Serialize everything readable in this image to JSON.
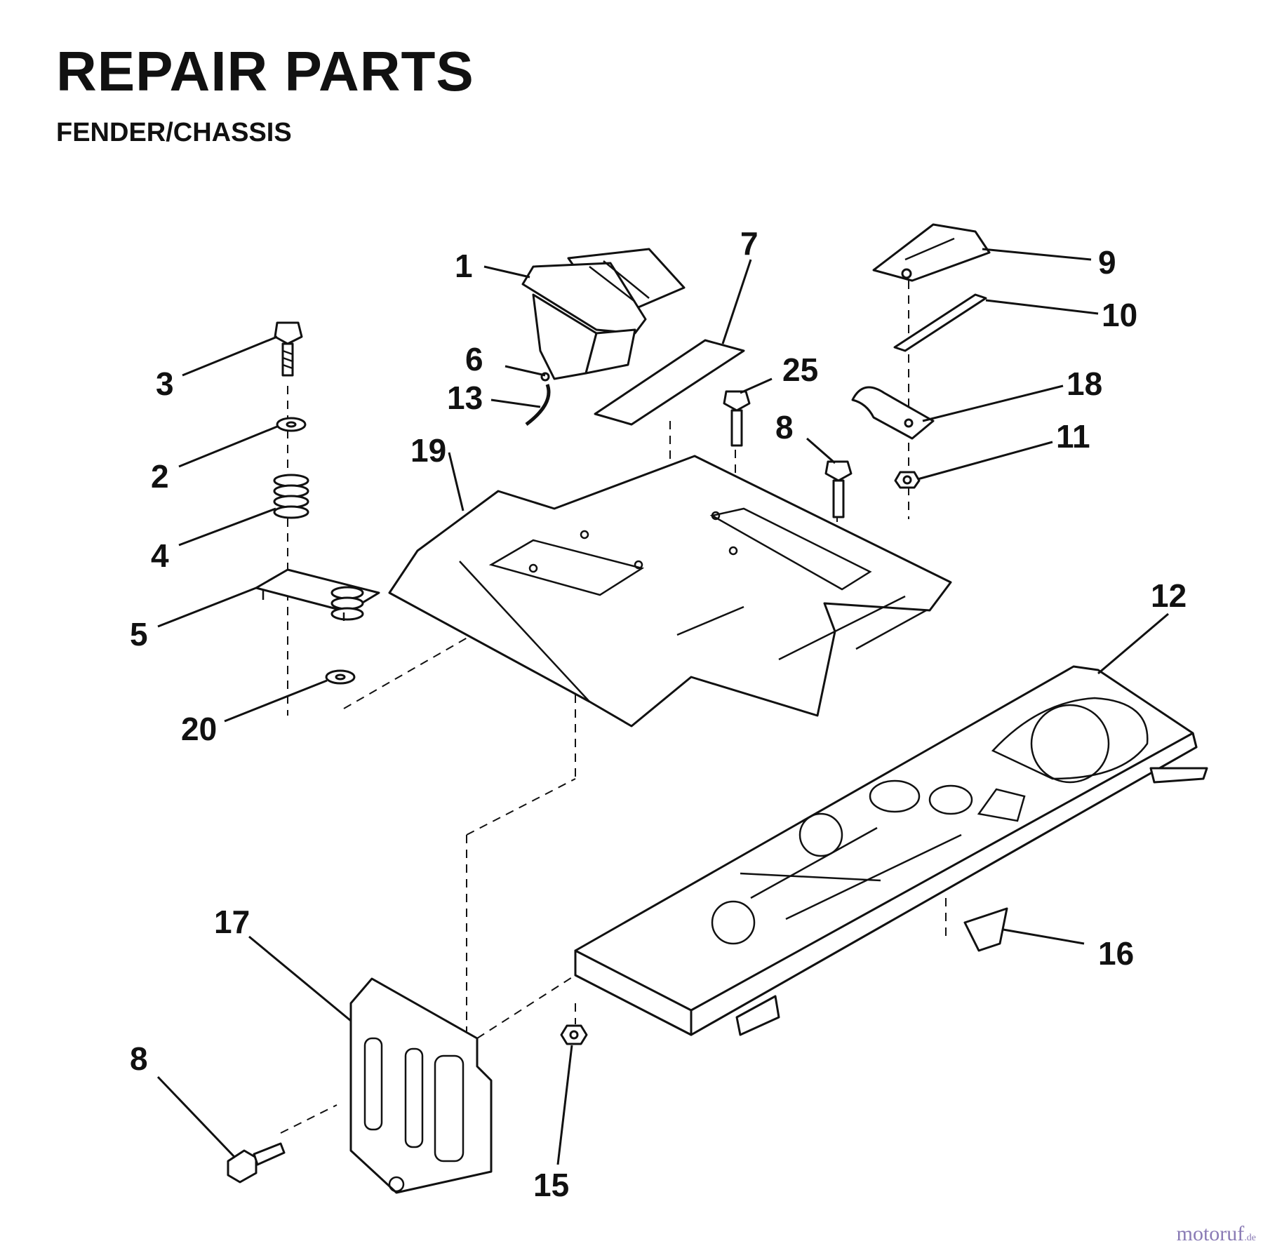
{
  "header": {
    "title": "REPAIR PARTS",
    "subtitle": "FENDER/CHASSIS"
  },
  "callouts": {
    "c1": "1",
    "c2": "2",
    "c3": "3",
    "c4": "4",
    "c5": "5",
    "c6": "6",
    "c7": "7",
    "c8a": "8",
    "c8b": "8",
    "c9": "9",
    "c10": "10",
    "c11": "11",
    "c12": "12",
    "c13": "13",
    "c15": "15",
    "c16": "16",
    "c17": "17",
    "c18": "18",
    "c19": "19",
    "c20": "20",
    "c25": "25"
  },
  "watermark": {
    "name": "motoruf",
    "tld": ".de"
  }
}
